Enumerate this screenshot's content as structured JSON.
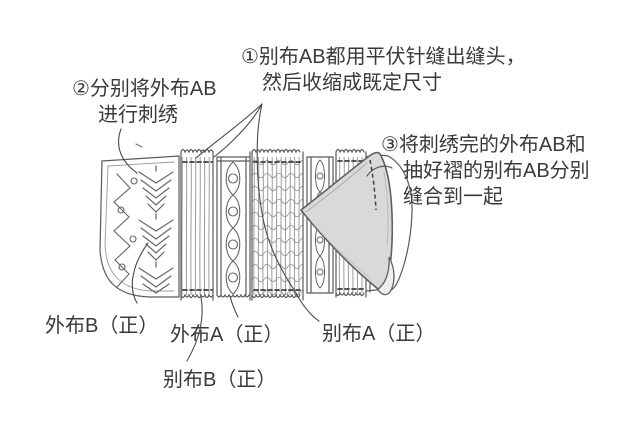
{
  "figure": {
    "background": "#ffffff",
    "ink": "#4a4a4a",
    "texture_ink": "#8d8d8d",
    "text_color": "#3a3a3a",
    "flap_fill": "#d9d9d9",
    "flap_underside_fill": "#eeeeee"
  },
  "steps": {
    "step1": {
      "line1": "①别布AB都用平伏针缝出缝头，",
      "line2": "然后收缩成既定尺寸"
    },
    "step2": {
      "line1": "②分别将外布AB",
      "line2": "进行刺绣"
    },
    "step3": {
      "line1": "③将刺绣完的外布AB和",
      "line2": "抽好褶的别布AB分别",
      "line3": "缝合到一起"
    }
  },
  "labels": {
    "outer_b": "外布B（正）",
    "outer_a": "外布A（正）",
    "lining_a": "别布A（正）",
    "lining_b": "别布B（正）"
  }
}
